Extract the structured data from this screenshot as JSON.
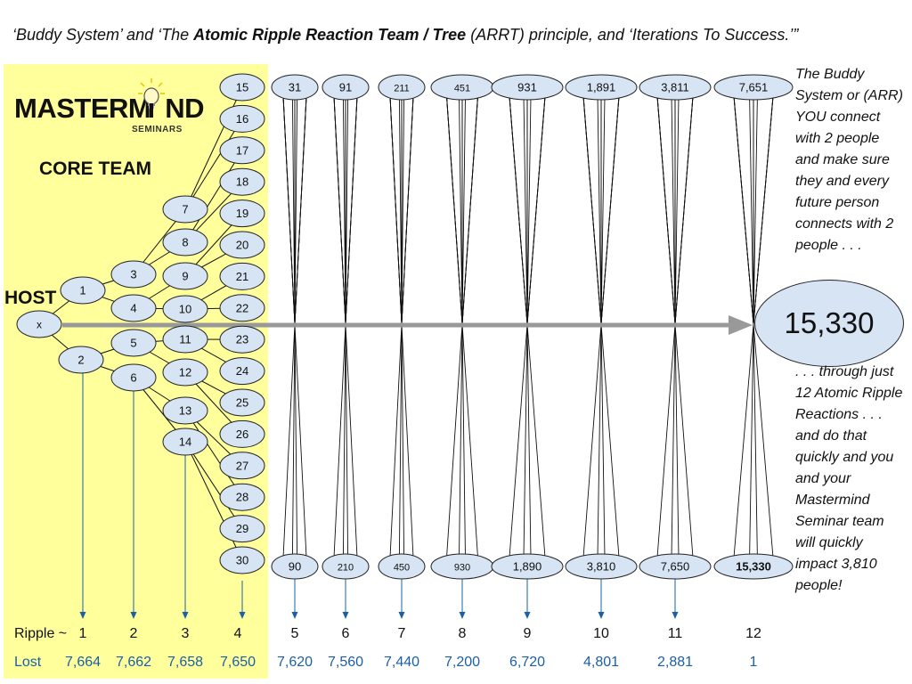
{
  "title": {
    "part1": "‘Buddy System’ and ‘The ",
    "bold": "Atomic Ripple Reaction Team / Tree",
    "part2": " (ARRT) principle, and ‘Iterations To Success.’”"
  },
  "logo": {
    "word1": "MASTERM",
    "word2": "ND",
    "sub": "SEMINARS"
  },
  "core_label": "CORE TEAM",
  "host_label": "HOST",
  "host_node": "x",
  "tree_nodes": [
    "1",
    "2",
    "3",
    "4",
    "5",
    "6",
    "7",
    "8",
    "9",
    "10",
    "11",
    "12",
    "13",
    "14",
    "15",
    "16",
    "17",
    "18",
    "19",
    "20",
    "21",
    "22",
    "23",
    "24",
    "25",
    "26",
    "27",
    "28",
    "29",
    "30"
  ],
  "column_tops": [
    "31",
    "91",
    "211",
    "451",
    "931",
    "1,891",
    "3,811",
    "7,651"
  ],
  "column_bottoms": [
    "90",
    "210",
    "450",
    "930",
    "1,890",
    "3,810",
    "7,650",
    "15,330"
  ],
  "result_node": "15,330",
  "side_text_top": "The Buddy System or (ARR) YOU connect with 2 people and make sure they and every future person connects with 2 people . . .",
  "side_text_bottom": ". . . through just 12 Atomic Ripple Reactions . . . and do that quickly and you and your Mastermind Seminar team will quickly impact 3,810 people!",
  "ripple_label": "Ripple ~",
  "ripples": [
    "1",
    "2",
    "3",
    "4",
    "5",
    "6",
    "7",
    "8",
    "9",
    "10",
    "11",
    "12"
  ],
  "lost_label": "Lost",
  "lost": [
    "7,664",
    "7,662",
    "7,658",
    "7,650",
    "7,620",
    "7,560",
    "7,440",
    "7,200",
    "6,720",
    "4,801",
    "2,881",
    "1"
  ],
  "colors": {
    "highlight": "#ffff9c",
    "node_fill": "#d6e4f4",
    "arrow_gray": "#999999",
    "link_blue": "#1a5fa8"
  }
}
